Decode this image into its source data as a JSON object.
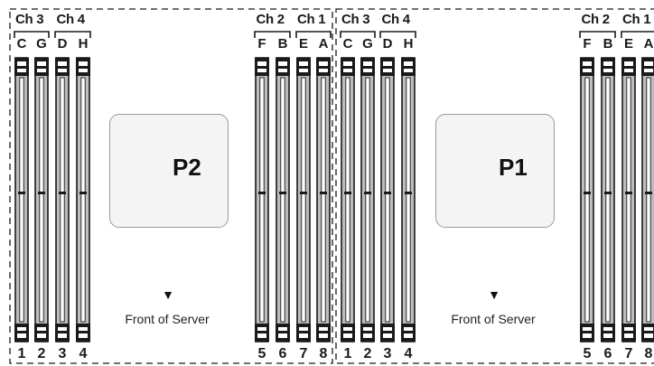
{
  "processors": [
    {
      "cpu_label": "P2",
      "front_label": "Front of Server",
      "left_channels": [
        {
          "label": "Ch 3",
          "slots": [
            "C",
            "G"
          ]
        },
        {
          "label": "Ch 4",
          "slots": [
            "D",
            "H"
          ]
        }
      ],
      "right_channels": [
        {
          "label": "Ch 2",
          "slots": [
            "F",
            "B"
          ]
        },
        {
          "label": "Ch 1",
          "slots": [
            "E",
            "A"
          ]
        }
      ],
      "slot_numbers": [
        "1",
        "2",
        "3",
        "4",
        "5",
        "6",
        "7",
        "8"
      ]
    },
    {
      "cpu_label": "P1",
      "front_label": "Front of Server",
      "left_channels": [
        {
          "label": "Ch 3",
          "slots": [
            "C",
            "G"
          ]
        },
        {
          "label": "Ch 4",
          "slots": [
            "D",
            "H"
          ]
        }
      ],
      "right_channels": [
        {
          "label": "Ch 2",
          "slots": [
            "F",
            "B"
          ]
        },
        {
          "label": "Ch 1",
          "slots": [
            "E",
            "A"
          ]
        }
      ],
      "slot_numbers": [
        "1",
        "2",
        "3",
        "4",
        "5",
        "6",
        "7",
        "8"
      ]
    }
  ],
  "colors": {
    "line": "#1a1a1a",
    "cpu_box_fill": "#f4f4f4",
    "cpu_box_border": "#9a9a9a",
    "dimm_fill": "#bdbdbd"
  }
}
